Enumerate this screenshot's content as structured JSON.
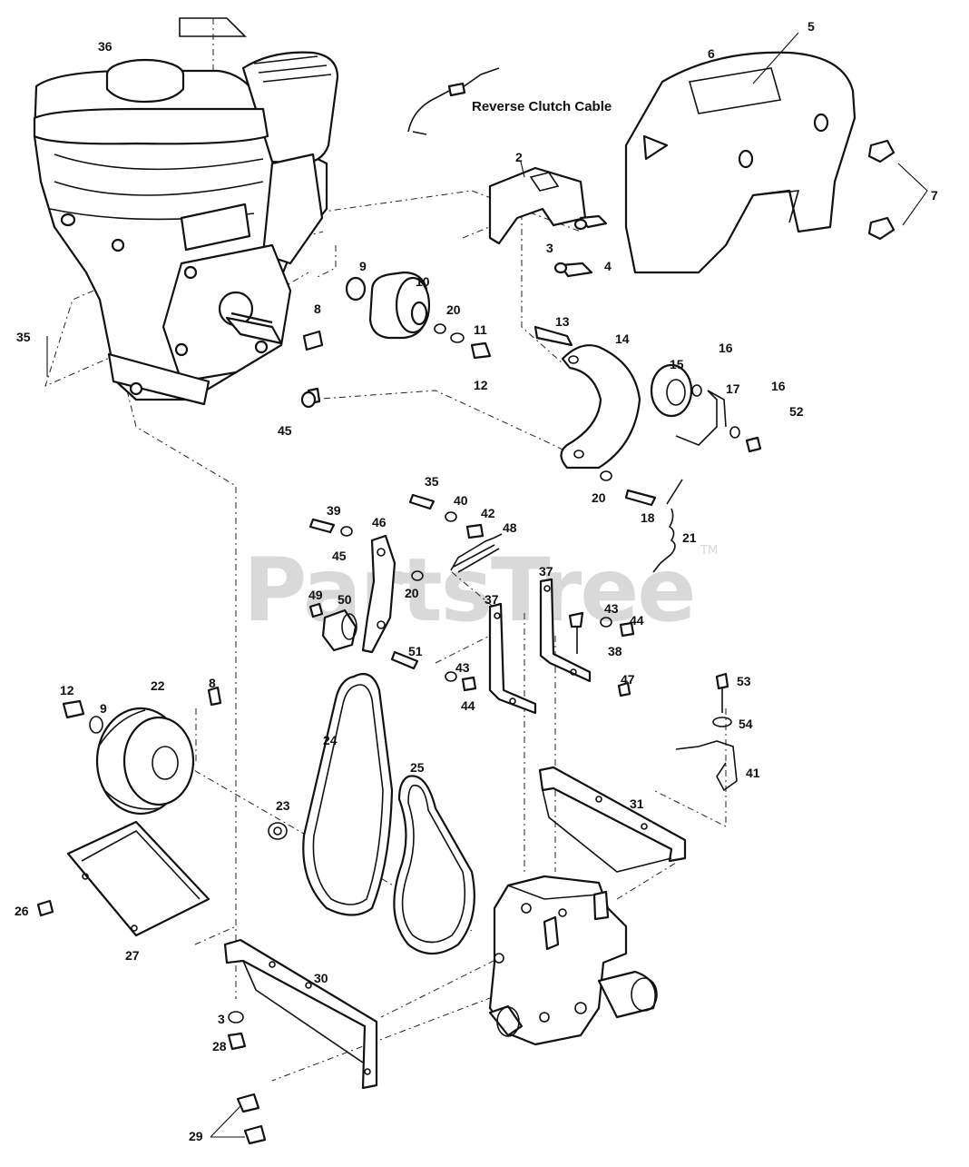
{
  "diagram": {
    "caption_reverse_clutch_cable": "Reverse Clutch Cable",
    "watermark": "PartsTree",
    "watermark_tm": "TM",
    "callouts": {
      "n36": "36",
      "n5": "5",
      "n6": "6",
      "n7": "7",
      "n2": "2",
      "n3a": "3",
      "n4": "4",
      "n9a": "9",
      "n10": "10",
      "n8a": "8",
      "n20a": "20",
      "n11": "11",
      "n12a": "12",
      "n13": "13",
      "n14": "14",
      "n15": "15",
      "n16a": "16",
      "n17": "17",
      "n16b": "16",
      "n52": "52",
      "n35a": "35",
      "n45a": "45",
      "n20b": "20",
      "n18": "18",
      "n21": "21",
      "n35b": "35",
      "n40": "40",
      "n42": "42",
      "n48": "48",
      "n39": "39",
      "n46": "46",
      "n45b": "45",
      "n20c": "20",
      "n37a": "37",
      "n37b": "37",
      "n43a": "43",
      "n44a": "44",
      "n38": "38",
      "n49": "49",
      "n50": "50",
      "n51": "51",
      "n43b": "43",
      "n44b": "44",
      "n47": "47",
      "n12b": "12",
      "n22": "22",
      "n9b": "9",
      "n8b": "8",
      "n53": "53",
      "n54": "54",
      "n24": "24",
      "n25": "25",
      "n41": "41",
      "n23": "23",
      "n31": "31",
      "n26": "26",
      "n27": "27",
      "n30": "30",
      "n3b": "3",
      "n28": "28",
      "n29": "29"
    }
  }
}
